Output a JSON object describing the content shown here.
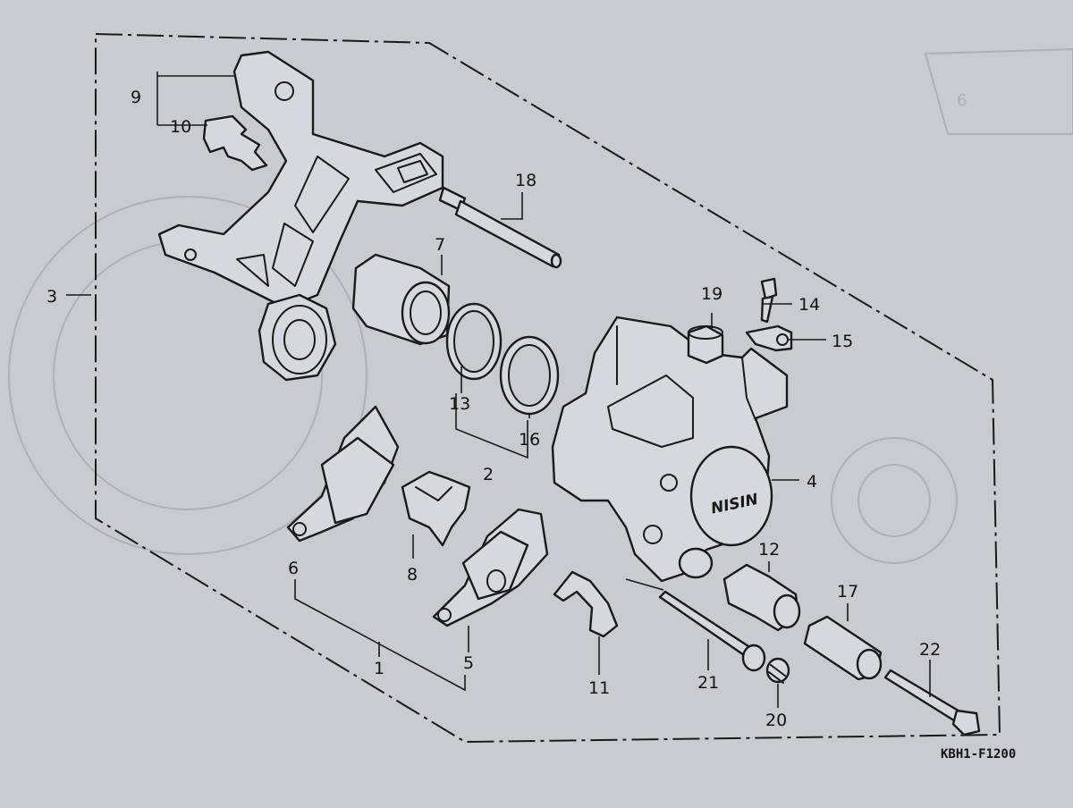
{
  "diagram": {
    "drawing_code": "KBH1-F1200",
    "background_page_label": "6",
    "callouts": {
      "c1": "1",
      "c2": "2",
      "c3": "3",
      "c4": "4",
      "c5": "5",
      "c6": "6",
      "c7": "7",
      "c8": "8",
      "c9": "9",
      "c10": "10",
      "c11": "11",
      "c12": "12",
      "c13": "13",
      "c14": "14",
      "c15": "15",
      "c16": "16",
      "c17": "17",
      "c18": "18",
      "c19": "19",
      "c20": "20",
      "c21": "21",
      "c22": "22"
    },
    "caliper_brand": "NISIN",
    "colors": {
      "paper": "#c9cbd1",
      "ink": "#1a1a1a",
      "faded": "#aeb1b8"
    }
  }
}
